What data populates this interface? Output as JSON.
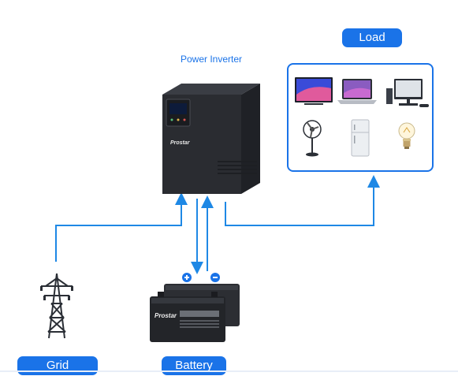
{
  "labels": {
    "load": "Load",
    "inverter": "Power Inverter",
    "grid": "Grid",
    "battery": "Battery",
    "brand": "Prostar",
    "battery_plus": "+",
    "battery_minus": "−"
  },
  "load_devices": [
    "tv-icon",
    "laptop-icon",
    "desktop-computer-icon",
    "fan-icon",
    "refrigerator-icon",
    "light-bulb-icon"
  ],
  "colors": {
    "accent": "#1a73e8",
    "arrow": "#1e88e5",
    "device": "#2b2f36"
  }
}
